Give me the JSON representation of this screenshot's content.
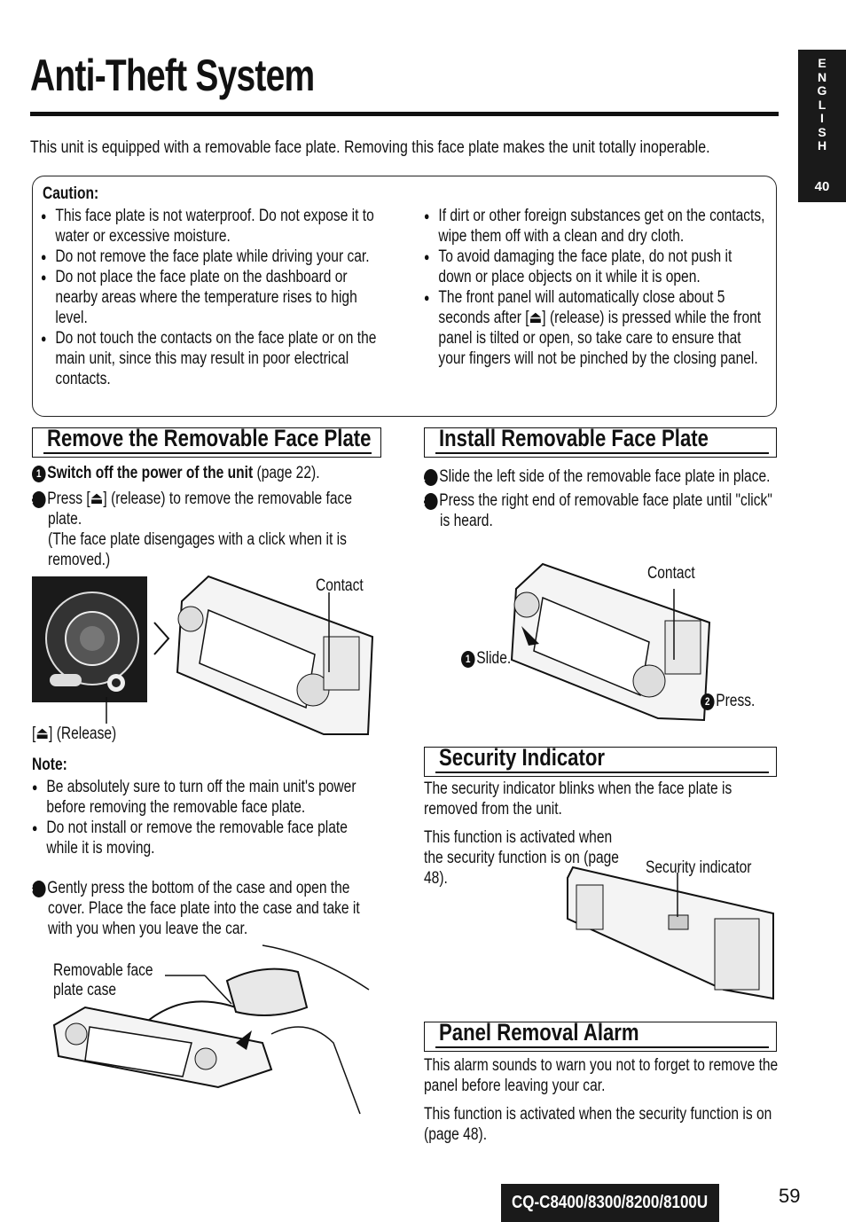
{
  "title": "Anti-Theft System",
  "intro": "This unit is equipped with a removable face plate. Removing this face plate makes the unit totally inoperable.",
  "side_tab": {
    "letters": [
      "E",
      "N",
      "G",
      "L",
      "I",
      "S",
      "H"
    ],
    "number": "40"
  },
  "caution": {
    "heading": "Caution:",
    "left": [
      "This face plate is not waterproof. Do not expose it to water or excessive moisture.",
      "Do not remove the face plate while driving your car.",
      "Do not place the face plate on the dashboard or nearby areas where the temperature rises to high level.",
      "Do not touch the contacts on the face plate or on the main unit, since this may result in poor electrical contacts."
    ],
    "right": [
      "If dirt or other foreign substances get on the contacts, wipe them off with a clean and dry cloth.",
      "To avoid damaging the face plate, do not push it down or place objects on it while it is open.",
      "The front panel will automatically close about 5 seconds after [⏏] (release) is pressed while the front panel is tilted or open, so take care to ensure that your fingers will not be pinched by the closing panel."
    ]
  },
  "remove": {
    "heading": "Remove the Removable Face Plate",
    "step1_num": "1",
    "step1_bold": "Switch off the power of the unit",
    "step1_rest": " (page 22).",
    "step2_num": "2",
    "step2": "Press [⏏] (release) to remove the removable face plate.",
    "step2_note": "(The face plate disengages with a click when it is removed.)",
    "contact_label": "Contact",
    "release_label": "[⏏] (Release)",
    "note_heading": "Note:",
    "notes": [
      "Be absolutely sure to turn off the main unit's power before removing the removable face plate.",
      "Do not install or remove the removable face plate while it is moving."
    ],
    "step3_num": "3",
    "step3": "Gently press the bottom of the case and open the cover. Place the face plate into the case and take it with you when you leave the car.",
    "case_label_1": "Removable face",
    "case_label_2": "plate case"
  },
  "install": {
    "heading": "Install Removable Face Plate",
    "step1_num": "1",
    "step1": "Slide the left side of the removable face plate in place.",
    "step2_num": "2",
    "step2": "Press the right end of removable face plate until \"click\" is heard.",
    "contact_label": "Contact",
    "slide_label": "Slide.",
    "press_label": "Press."
  },
  "security": {
    "heading": "Security Indicator",
    "p1": "The security indicator blinks when the face plate is removed from the unit.",
    "p2": "This function is activated when the security function is on (page 48).",
    "indicator_label": "Security indicator"
  },
  "alarm": {
    "heading": "Panel Removal Alarm",
    "p1": "This alarm sounds to warn you not to forget to remove the panel before leaving your car.",
    "p2": "This function is activated when the security function is on (page 48)."
  },
  "footer": {
    "model": "CQ-C8400/8300/8200/8100U",
    "page": "59"
  },
  "colors": {
    "ink": "#111111",
    "tab_bg": "#1a1a1a"
  }
}
